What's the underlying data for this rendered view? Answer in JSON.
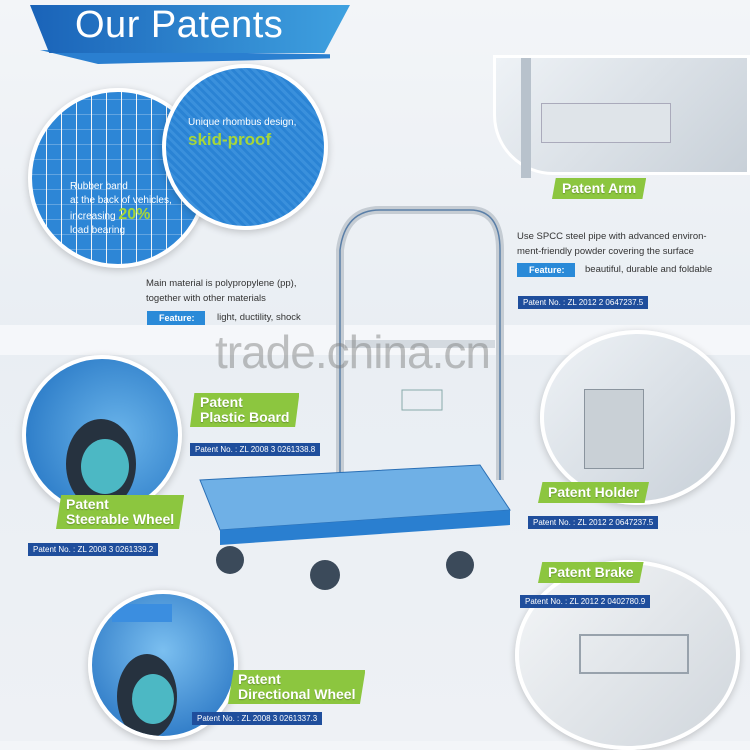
{
  "header": {
    "title": "Our Patents"
  },
  "plastic_board": {
    "rubber_text": [
      "Rubber band",
      "at the back of vehicles,",
      "increasing"
    ],
    "rubber_highlight": "20%",
    "rubber_tail": "load bearing",
    "rhombus_text": "Unique rhombus design,",
    "rhombus_highlight": "skid-proof",
    "description": [
      "Main material is polypropylene (pp),",
      "together with other materials"
    ],
    "feature_label": "Feature:",
    "feature_text": "light, ductility, shock",
    "label": [
      "Patent",
      "Plastic Board"
    ],
    "patent_no": "Patent No. : ZL  2008 3 0261338.8"
  },
  "arm": {
    "label": "Patent Arm",
    "description": [
      "Use SPCC steel pipe with advanced environ-",
      "ment-friendly powder covering the surface"
    ],
    "feature_label": "Feature:",
    "feature_text": "beautiful, durable and foldable",
    "patent_no": "Patent No. : ZL 2012 2 0647237.5"
  },
  "steerable_wheel": {
    "label": [
      "Patent",
      "Steerable Wheel"
    ],
    "patent_no": "Patent No. : ZL  2008 3 0261339.2"
  },
  "holder": {
    "label": "Patent Holder",
    "patent_no": "Patent No. : ZL  2012 2 0647237.5"
  },
  "brake": {
    "label": "Patent Brake",
    "patent_no": "Patent No. : ZL  2012 2 0402780.9"
  },
  "directional_wheel": {
    "label": [
      "Patent",
      "Directional Wheel"
    ],
    "patent_no": "Patent No. : ZL  2008 3 0261337.3"
  },
  "watermark": "trade.china.cn",
  "colors": {
    "brand_blue": "#2a83d4",
    "label_green": "#8cc63f",
    "patent_box": "#1f4e9c"
  }
}
